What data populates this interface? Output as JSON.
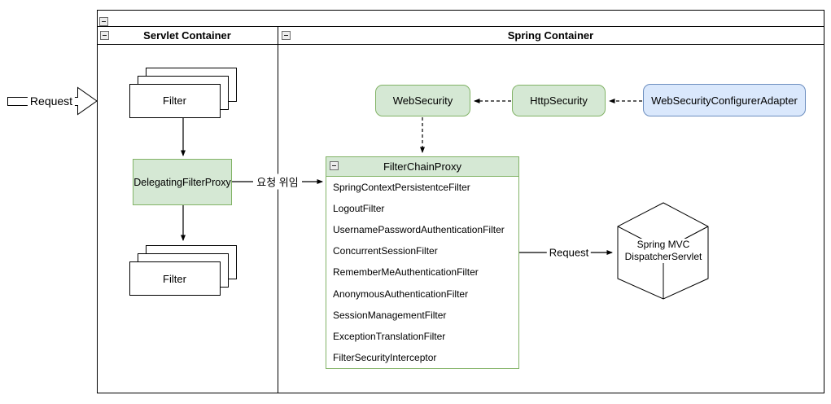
{
  "diagram": {
    "lanes": {
      "servlet": {
        "title": "Servlet Container"
      },
      "spring": {
        "title": "Spring Container"
      }
    },
    "request_arrow": {
      "label": "Request"
    },
    "filter_stack_top": {
      "label": "Filter"
    },
    "filter_stack_bottom": {
      "label": "Filter"
    },
    "delegating_filter_proxy": {
      "label": "DelegatingFilterProxy"
    },
    "web_security": {
      "label": "WebSecurity"
    },
    "http_security": {
      "label": "HttpSecurity"
    },
    "web_security_configurer_adapter": {
      "label": "WebSecurityConfigurerAdapter"
    },
    "filter_chain_proxy": {
      "title": "FilterChainProxy",
      "items": [
        "SpringContextPersistentceFilter",
        "LogoutFilter",
        "UsernamePasswordAuthenticationFilter",
        "ConcurrentSessionFilter",
        "RememberMeAuthenticationFilter",
        "AnonymousAuthenticationFilter",
        "SessionManagementFilter",
        "ExceptionTranslationFilter",
        "FilterSecurityInterceptor"
      ]
    },
    "dispatcher_servlet": {
      "line1": "Spring MVC",
      "line2": "DispatcherServlet"
    },
    "edges": {
      "delegation_label": "요청 위임",
      "request_label": "Request"
    },
    "icons": {
      "collapse": "collapse-minus-icon"
    },
    "colors": {
      "green_fill": "#d5e8d4",
      "green_stroke": "#82b366",
      "blue_fill": "#dae8fc",
      "blue_stroke": "#6c8ebf",
      "line": "#000000",
      "background": "#ffffff"
    }
  }
}
